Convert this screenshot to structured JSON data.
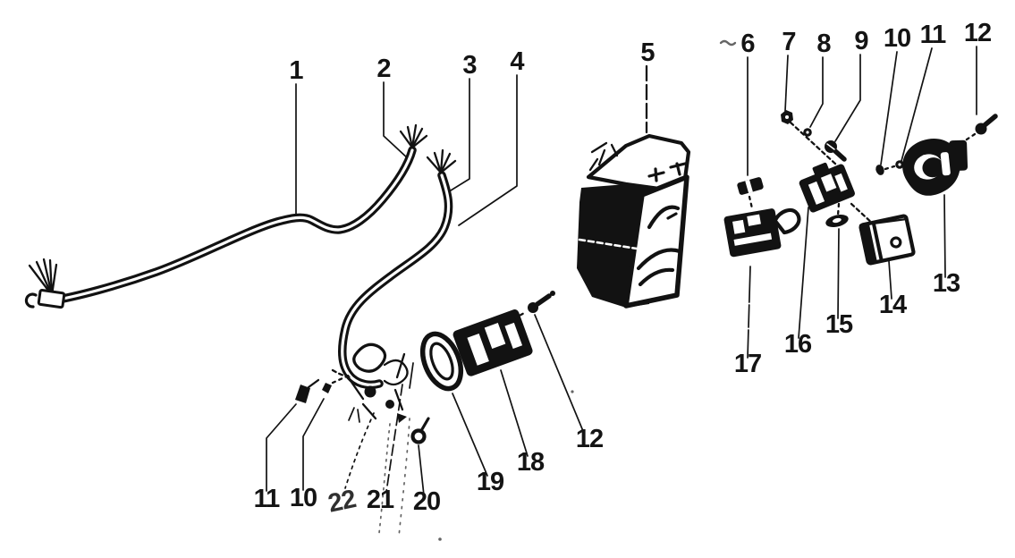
{
  "figure": {
    "type": "exploded-parts-diagram",
    "colors": {
      "ink": "#121212",
      "paper": "#ffffff"
    }
  },
  "callouts": [
    {
      "label": "1"
    },
    {
      "label": "2"
    },
    {
      "label": "3"
    },
    {
      "label": "4"
    },
    {
      "label": "5"
    },
    {
      "label": "6"
    },
    {
      "label": "7"
    },
    {
      "label": "8"
    },
    {
      "label": "9"
    },
    {
      "label": "10"
    },
    {
      "label": "11"
    },
    {
      "label": "12"
    },
    {
      "label": "13"
    },
    {
      "label": "14"
    },
    {
      "label": "15"
    },
    {
      "label": "16"
    },
    {
      "label": "17"
    },
    {
      "label": "18"
    },
    {
      "label": "19"
    },
    {
      "label": "20"
    },
    {
      "label": "21"
    },
    {
      "label": "22"
    },
    {
      "label": "10"
    },
    {
      "label": "11"
    },
    {
      "label": "12"
    }
  ]
}
